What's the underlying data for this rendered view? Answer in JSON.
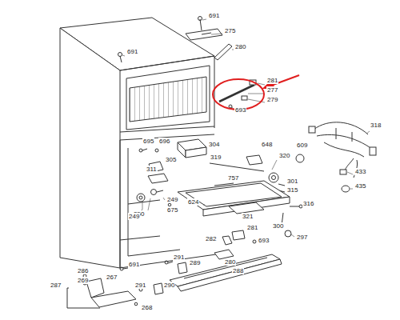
{
  "diagram": {
    "labels": [
      "691",
      "275",
      "280",
      "691",
      "281",
      "277",
      "279",
      "693",
      "318",
      "695",
      "696",
      "304",
      "648",
      "609",
      "305",
      "319",
      "320",
      "301",
      "315",
      "433",
      "435",
      "311",
      "757",
      "249",
      "250",
      "249",
      "675",
      "624",
      "316",
      "321",
      "300",
      "297",
      "281",
      "282",
      "693",
      "280",
      "691",
      "291",
      "289",
      "286",
      "287",
      "269",
      "267",
      "291",
      "290",
      "288",
      "268"
    ]
  }
}
